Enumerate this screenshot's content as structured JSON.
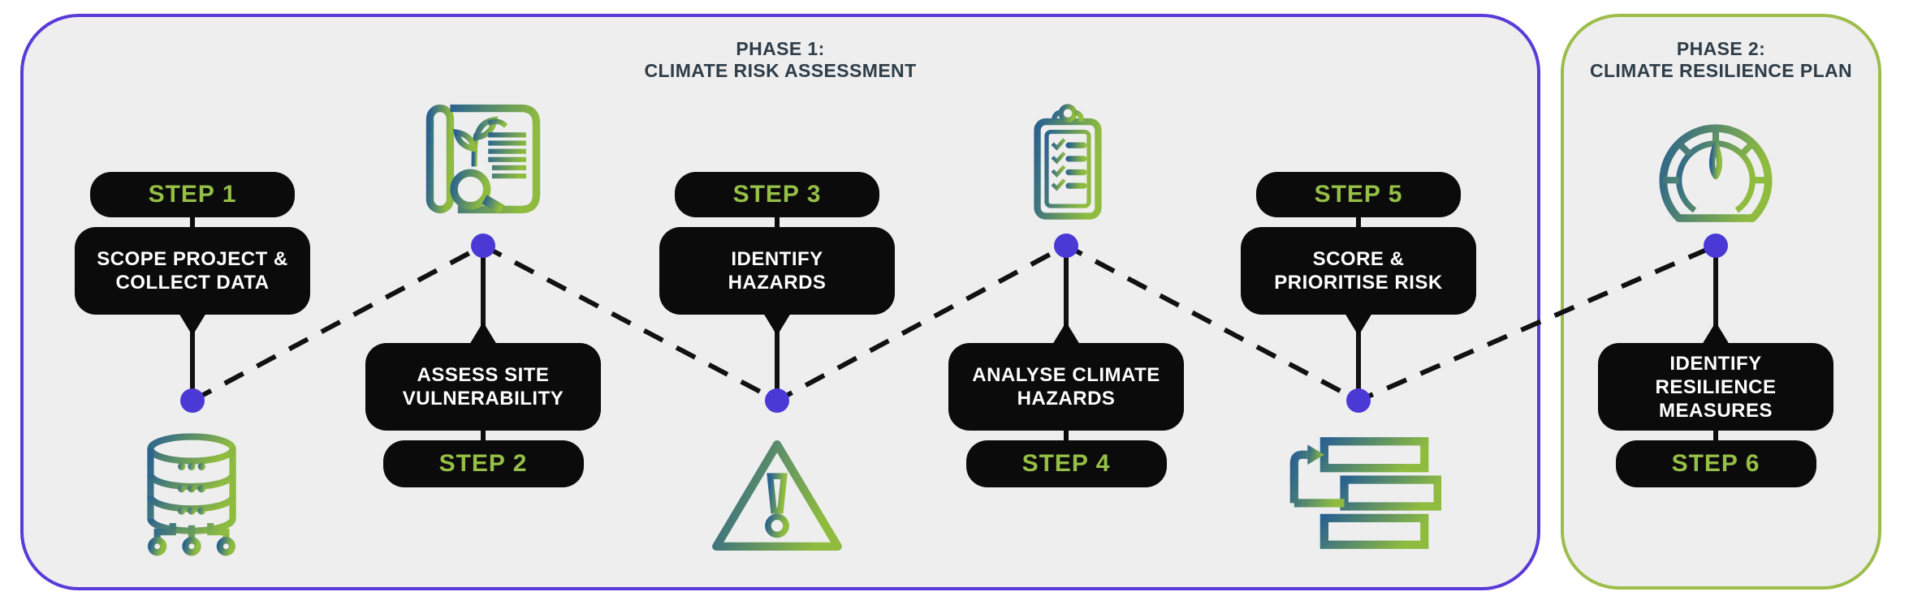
{
  "phases": [
    {
      "title_line1": "PHASE 1:",
      "title_line2": "CLIMATE RISK ASSESSMENT"
    },
    {
      "title_line1": "PHASE 2:",
      "title_line2": "CLIMATE RESILIENCE PLAN"
    }
  ],
  "steps": [
    {
      "label": "STEP 1",
      "text": "SCOPE PROJECT &\nCOLLECT DATA",
      "icon": "database-network-icon"
    },
    {
      "label": "STEP 2",
      "text": "ASSESS SITE\nVULNERABILITY",
      "icon": "document-search-icon"
    },
    {
      "label": "STEP 3",
      "text": "IDENTIFY\nHAZARDS",
      "icon": "warning-triangle-icon"
    },
    {
      "label": "STEP 4",
      "text": "ANALYSE CLIMATE\nHAZARDS",
      "icon": "clipboard-checklist-icon"
    },
    {
      "label": "STEP 5",
      "text": "SCORE &\nPRIORITISE RISK",
      "icon": "gantt-bars-icon"
    },
    {
      "label": "STEP 6",
      "text": "IDENTIFY\nRESILIENCE\nMEASURES",
      "icon": "gauge-icon"
    }
  ],
  "colors": {
    "phase1_border": "#5a3ad8",
    "phase2_border": "#9cbd4a",
    "phase_fill": "#eeeeef",
    "step_label_green": "#96bf47",
    "box_black": "#0b0b0b",
    "box_text": "#ffffff",
    "node_dot": "#4b39d6",
    "connector_black": "#111111",
    "icon_gradient_start": "#2a628f",
    "icon_gradient_end": "#8fbc3f",
    "title_text": "#2e3d48"
  }
}
